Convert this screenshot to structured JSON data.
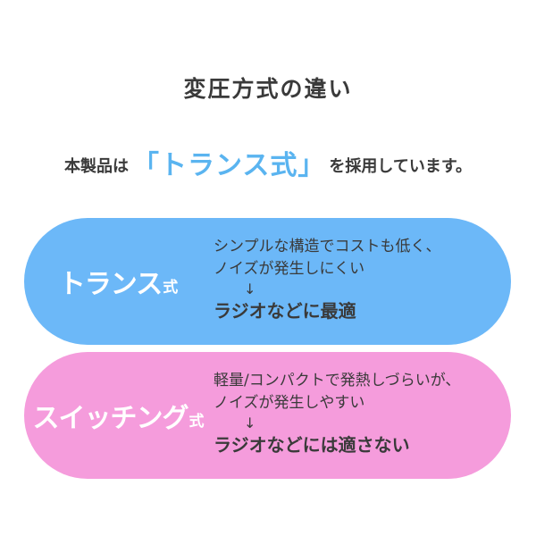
{
  "title": "変圧方式の違い",
  "subtitle": {
    "prefix": "本製品は",
    "highlight": "「トランス式」",
    "suffix": "を採用しています。"
  },
  "colors": {
    "trans_pill": "#6cb8f8",
    "switch_pill": "#f59cdc",
    "highlight": "#5ab4f0",
    "text": "#3a3a3a"
  },
  "trans": {
    "label_main": "トランス",
    "label_suffix": "式",
    "line1": "シンプルな構造でコストも低く、",
    "line2": "ノイズが発生しにくい",
    "arrow": "↓",
    "result": "ラジオなどに最適"
  },
  "switching": {
    "label_main": "スイッチング",
    "label_suffix": "式",
    "line1": "軽量/コンパクトで発熱しづらいが、",
    "line2": "ノイズが発生しやすい",
    "arrow": "↓",
    "result": "ラジオなどには適さない"
  }
}
